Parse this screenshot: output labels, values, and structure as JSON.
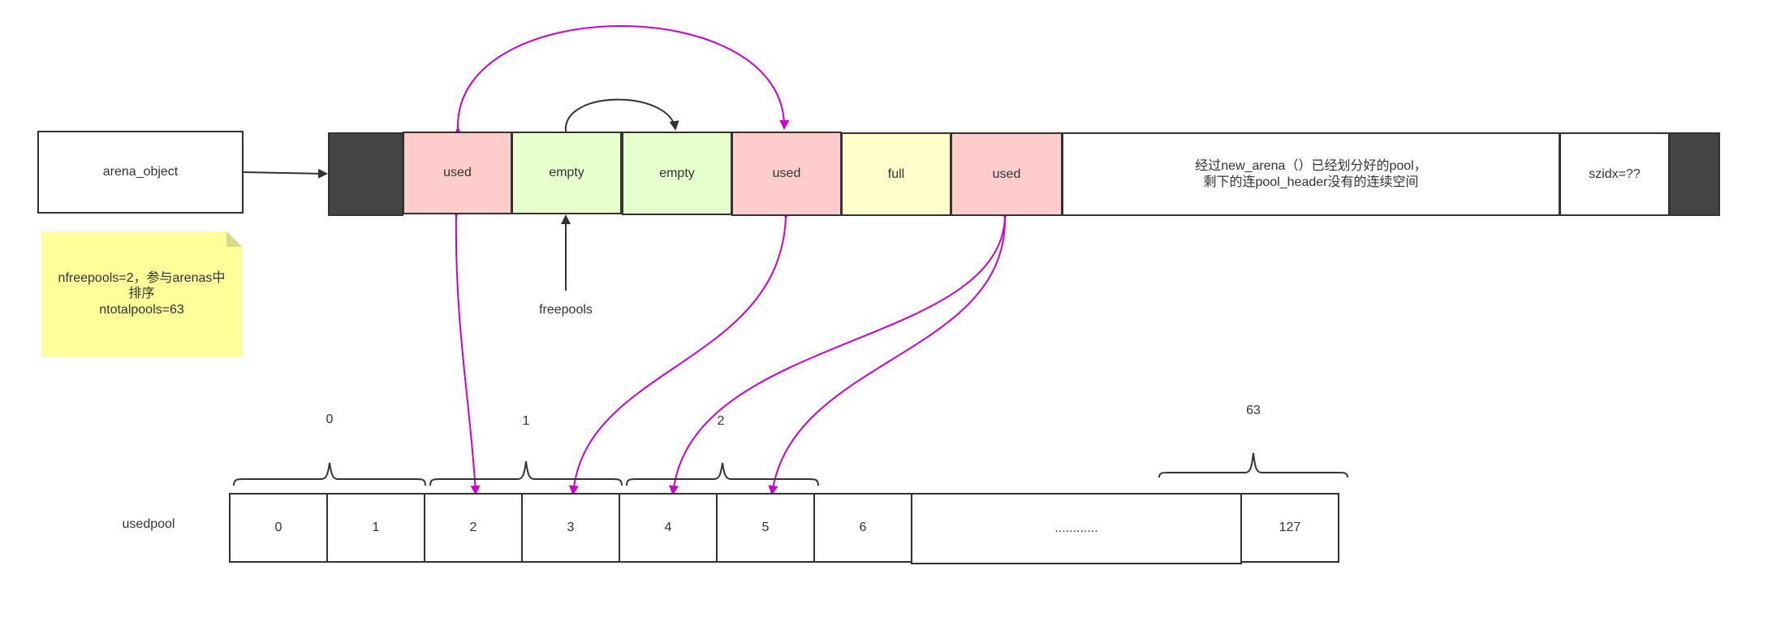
{
  "arena_object": "arena_object",
  "pools": [
    {
      "label": "used",
      "state": "used"
    },
    {
      "label": "empty",
      "state": "empty"
    },
    {
      "label": "empty",
      "state": "empty"
    },
    {
      "label": "used",
      "state": "used"
    },
    {
      "label": "full",
      "state": "full"
    },
    {
      "label": "used",
      "state": "used"
    }
  ],
  "remaining_text": "经过new_arena（）已经划分好的pool，\n剩下的连pool_header没有的连续空间",
  "szidx": "szidx=??",
  "note": "nfreepools=2，参与arenas中排序\nntotalpools=63",
  "freepools": "freepools",
  "usedpool_label": "usedpool",
  "usedpool_cells": [
    "0",
    "1",
    "2",
    "3",
    "4",
    "5",
    "6",
    "............",
    "127"
  ],
  "brace_labels": [
    "0",
    "1",
    "2",
    "63"
  ],
  "colors": {
    "link": "#cc00cc",
    "stroke": "#333333"
  }
}
